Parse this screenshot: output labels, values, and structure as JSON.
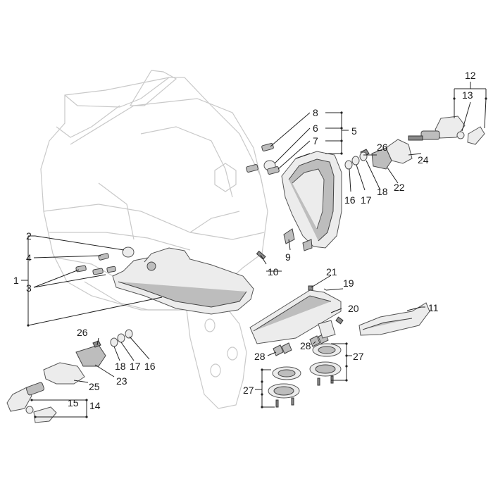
{
  "callouts": {
    "c1": "1",
    "c2": "2",
    "c3": "3",
    "c4": "4",
    "c5": "5",
    "c6": "6",
    "c7": "7",
    "c8": "8",
    "c9": "9",
    "c10": "10",
    "c11": "11",
    "c12": "12",
    "c13": "13",
    "c14": "14",
    "c15": "15",
    "c16a": "16",
    "c16b": "16",
    "c17a": "17",
    "c17b": "17",
    "c18a": "18",
    "c18b": "18",
    "c19": "19",
    "c20": "20",
    "c21": "21",
    "c22": "22",
    "c23": "23",
    "c24": "24",
    "c25": "25",
    "c26a": "26",
    "c26b": "26",
    "c27a": "27",
    "c27b": "27",
    "c28a": "28",
    "c28b": "28"
  }
}
